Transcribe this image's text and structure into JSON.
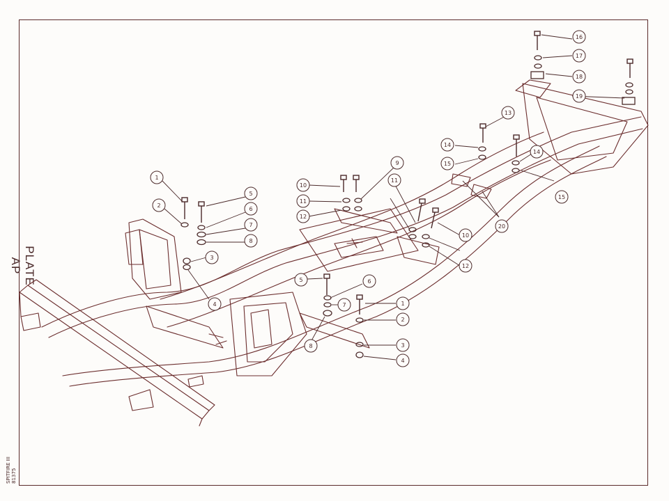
{
  "plate": {
    "title": "PLATE AP",
    "code_1": "81375",
    "code_2": "SPITFIRE III"
  },
  "colors": {
    "ink": "#6b2d2d",
    "paper": "#fdfcfa",
    "frame": "#5a2a2a"
  },
  "callouts": [
    {
      "id": "c1a",
      "label": "1"
    },
    {
      "id": "c2a",
      "label": "2"
    },
    {
      "id": "c3a",
      "label": "3"
    },
    {
      "id": "c4a",
      "label": "4"
    },
    {
      "id": "c5a",
      "label": "5"
    },
    {
      "id": "c6a",
      "label": "6"
    },
    {
      "id": "c7a",
      "label": "7"
    },
    {
      "id": "c8a",
      "label": "8"
    },
    {
      "id": "c9",
      "label": "9"
    },
    {
      "id": "c10a",
      "label": "10"
    },
    {
      "id": "c11a",
      "label": "11"
    },
    {
      "id": "c12a",
      "label": "12"
    },
    {
      "id": "c11b",
      "label": "11"
    },
    {
      "id": "c12b",
      "label": "12"
    },
    {
      "id": "c10b",
      "label": "10"
    },
    {
      "id": "c13",
      "label": "13"
    },
    {
      "id": "c14a",
      "label": "14"
    },
    {
      "id": "c15a",
      "label": "15"
    },
    {
      "id": "c14b",
      "label": "14"
    },
    {
      "id": "c15b",
      "label": "15"
    },
    {
      "id": "c16",
      "label": "16"
    },
    {
      "id": "c17",
      "label": "17"
    },
    {
      "id": "c18",
      "label": "18"
    },
    {
      "id": "c19",
      "label": "19"
    },
    {
      "id": "c20",
      "label": "20"
    },
    {
      "id": "c5b",
      "label": "5"
    },
    {
      "id": "c6b",
      "label": "6"
    },
    {
      "id": "c7b",
      "label": "7"
    },
    {
      "id": "c8b",
      "label": "8"
    },
    {
      "id": "c1b",
      "label": "1"
    },
    {
      "id": "c2b",
      "label": "2"
    },
    {
      "id": "c3b",
      "label": "3"
    },
    {
      "id": "c4b",
      "label": "4"
    }
  ]
}
